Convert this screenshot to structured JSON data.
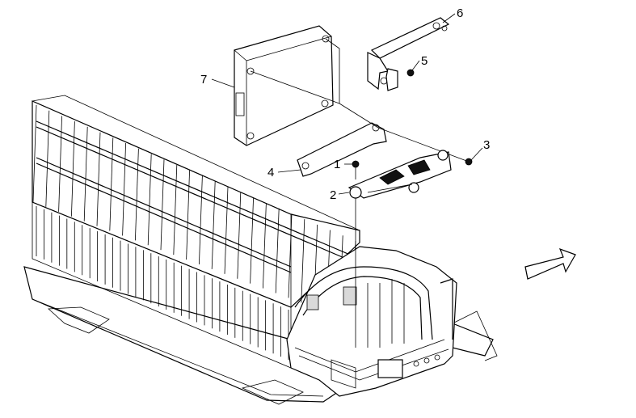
{
  "callouts": [
    {
      "id": "1",
      "text": "1"
    },
    {
      "id": "2",
      "text": "2"
    },
    {
      "id": "3",
      "text": "3"
    },
    {
      "id": "4",
      "text": "4"
    },
    {
      "id": "5",
      "text": "5"
    },
    {
      "id": "6",
      "text": "6"
    },
    {
      "id": "7",
      "text": "7"
    }
  ],
  "icons": {
    "direction_arrow": "arrow-right-icon"
  }
}
